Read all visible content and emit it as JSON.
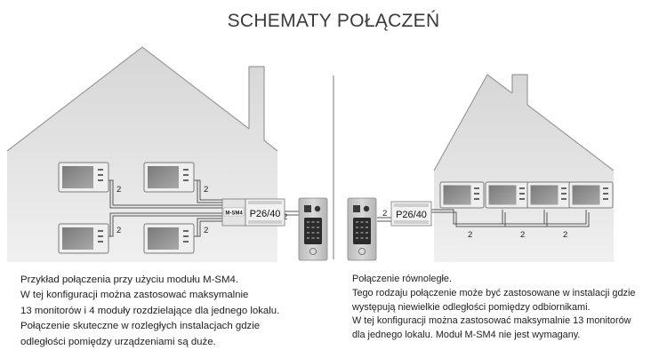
{
  "title": "SCHEMATY POŁĄCZEŃ",
  "left": {
    "module_label": "M-SM4",
    "bus_label": "P26/40",
    "wire_count": "2",
    "caption_lines": [
      "Przykład połączenia przy użyciu modułu M-SM4.",
      "W tej konfiguracji można zastosować maksymalnie",
      "13 monitorów i 4 moduły rozdzielające dla jednego lokalu.",
      "Połączenie skuteczne w rozległych instalacjach gdzie",
      "odległości pomiędzy urządzeniami są duże."
    ]
  },
  "right": {
    "bus_label": "P26/40",
    "wire_count": "2",
    "caption_lines": [
      "Połączenie równoległe.",
      "Tego rodzaju połączenie może być zastosowane w instalacji gdzie",
      "występują niewielkie odległości pomiędzy odbiornikami.",
      "W tej konfiguracji można zastosować maksymalnie 13 monitorów",
      "dla jednego lokalu. Moduł M-SM4 nie jest wymagany."
    ]
  },
  "colors": {
    "house_fill": "#e6e6e6",
    "house_stroke": "#9a9a9a",
    "monitor_body": "#eeeeee",
    "monitor_screen": "#8f8f8f",
    "panel_body": "#c9c9c9",
    "panel_keypad": "#2b2b2b",
    "wire": "#555555"
  }
}
